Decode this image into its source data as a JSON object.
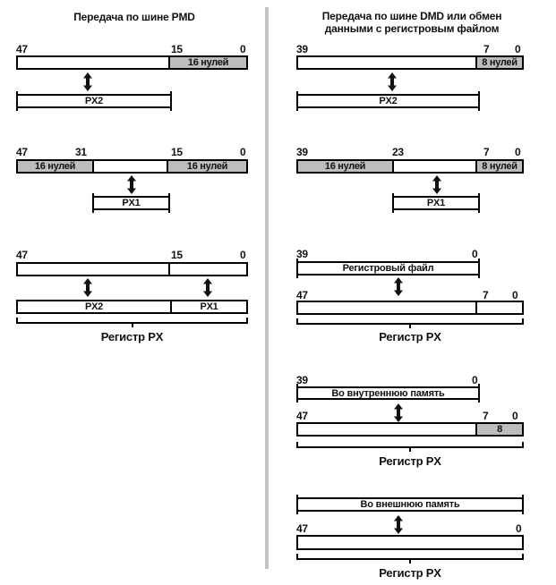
{
  "colors": {
    "zeros_fill": "#bdbdbd",
    "divider": "#c5c5c5",
    "ink": "#111111"
  },
  "left": {
    "title": "Передача по шине PMD",
    "group1": {
      "bit47": "47",
      "bit15": "15",
      "bit0": "0",
      "zeros": "16 нулей",
      "px2": "PX2"
    },
    "group2": {
      "bit47": "47",
      "bit31": "31",
      "bit15": "15",
      "bit0": "0",
      "zeros_high": "16 нулей",
      "zeros_low": "16 нулей",
      "px1": "PX1"
    },
    "group3": {
      "bit47": "47",
      "bit15": "15",
      "bit0": "0",
      "px2": "PX2",
      "px1": "PX1",
      "register": "Регистр PX"
    }
  },
  "right": {
    "title_line1": "Передача по шине DMD или обмен",
    "title_line2": "данными с регистровым файлом",
    "group1": {
      "bit39": "39",
      "bit7": "7",
      "bit0": "0",
      "zeros": "8 нулей",
      "px2": "PX2"
    },
    "group2": {
      "bit39": "39",
      "bit23": "23",
      "bit7": "7",
      "bit0": "0",
      "zeros_high": "16 нулей",
      "zeros_low": "8 нулей",
      "px1": "PX1"
    },
    "group3": {
      "bit39": "39",
      "bit0_top": "0",
      "file": "Регистровый файл",
      "bit47": "47",
      "bit7": "7",
      "bit0": "0",
      "register": "Регистр PX"
    },
    "group4": {
      "bit39": "39",
      "bit0_top": "0",
      "memory": "Во внутреннюю память",
      "bit47": "47",
      "bit7": "7",
      "bit0": "0",
      "eight": "8",
      "register": "Регистр PX"
    },
    "group5": {
      "memory": "Во внешнюю память",
      "bit47": "47",
      "bit0": "0",
      "register": "Регистр PX"
    }
  }
}
